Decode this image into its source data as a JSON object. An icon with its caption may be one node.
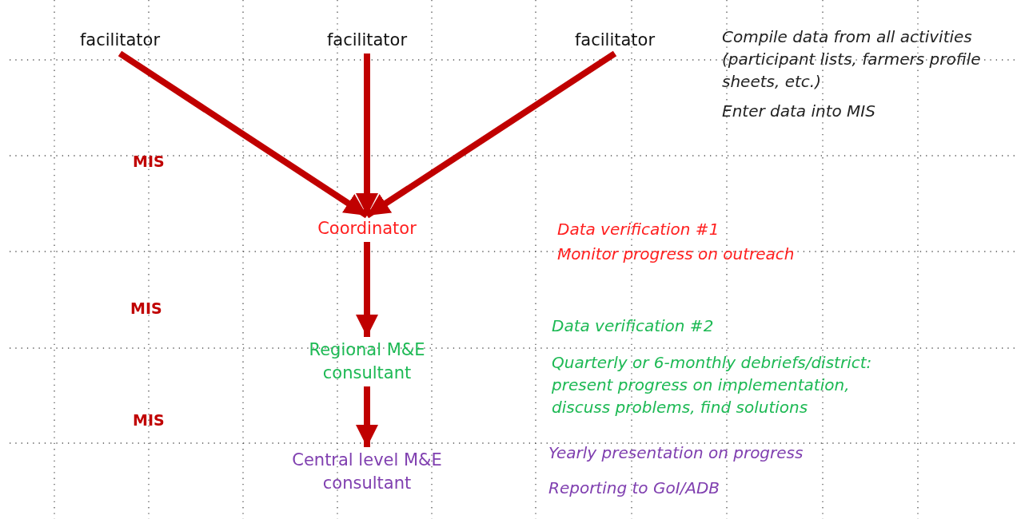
{
  "diagram": {
    "nodes": [
      {
        "text": [
          "facilitator"
        ]
      },
      {
        "text": [
          "facilitator"
        ]
      },
      {
        "text": [
          "facilitator"
        ]
      },
      {
        "text": [
          "Coordinator"
        ]
      },
      {
        "text": [
          "Regional M&E consultant"
        ]
      },
      {
        "text": [
          "Central level M&E consultant"
        ]
      }
    ],
    "edges": [
      {
        "from": 0,
        "to": 3,
        "arrow": "to"
      },
      {
        "from": 1,
        "to": 3,
        "arrow": "to"
      },
      {
        "from": 2,
        "to": 3,
        "arrow": "to"
      },
      {
        "from": 3,
        "to": 4,
        "arrow": "to"
      },
      {
        "from": 4,
        "to": 5,
        "arrow": "to"
      }
    ],
    "labels": [
      "Compile data from all activities (participant lists, farmers profile sheets, etc.)",
      "Enter data into MIS",
      "MIS",
      "Data verification #1",
      "Monitor progress on outreach",
      "MIS",
      "Data verification #2",
      "Quarterly or 6-monthly debriefs/district: present progress on implementation, discuss problems, find solutions",
      "MIS",
      "Yearly presentation on progress",
      "Reporting to GoI/ADB"
    ]
  }
}
